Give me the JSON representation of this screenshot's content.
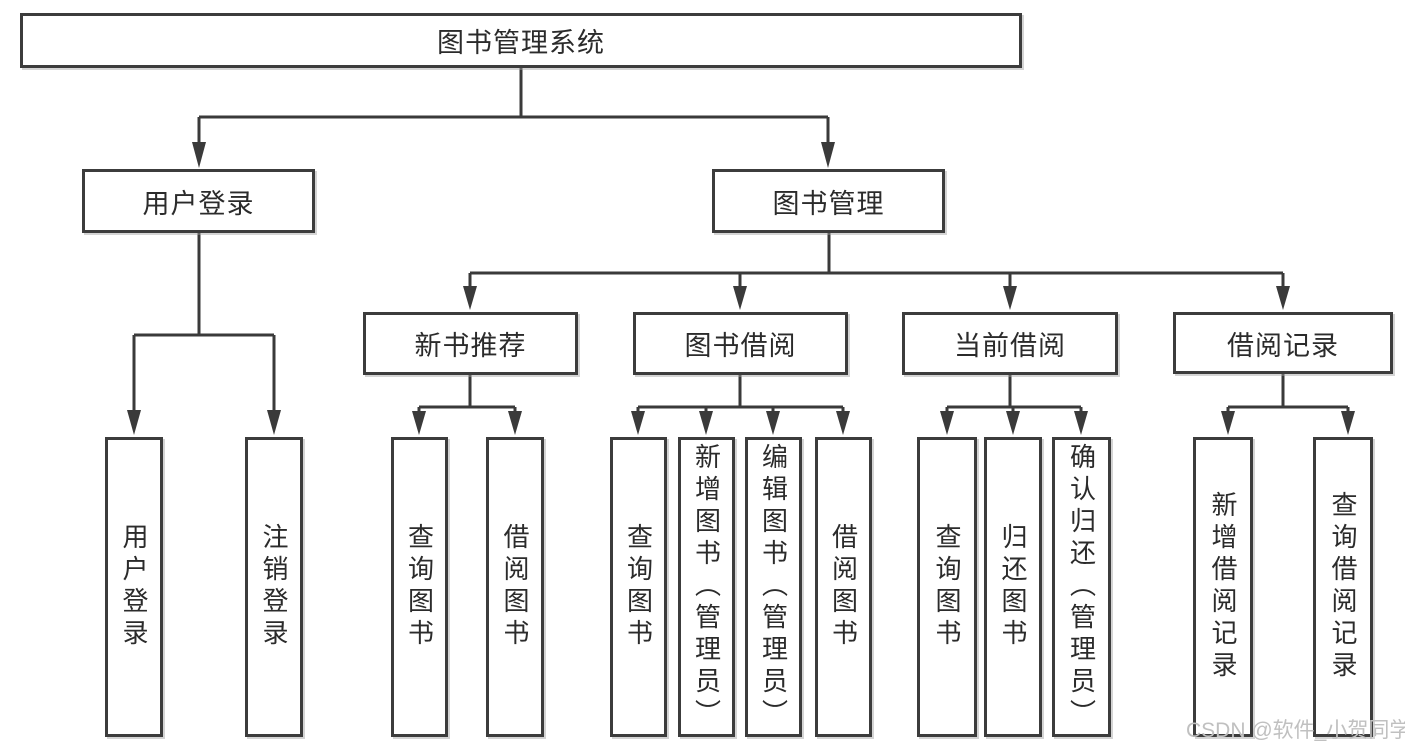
{
  "diagram": {
    "root": {
      "label": "图书管理系统"
    },
    "level2": [
      {
        "label": "用户登录"
      },
      {
        "label": "图书管理"
      }
    ],
    "level3": [
      {
        "label": "新书推荐"
      },
      {
        "label": "图书借阅"
      },
      {
        "label": "当前借阅"
      },
      {
        "label": "借阅记录"
      }
    ],
    "leaves": {
      "login": [
        "用户登录",
        "注销登录"
      ],
      "recommend": [
        "查询图书",
        "借阅图书"
      ],
      "borrow": [
        "查询图书",
        "新增图书（管理员）",
        "编辑图书（管理员）",
        "借阅图书"
      ],
      "current": [
        "查询图书",
        "归还图书",
        "确认归还（管理员）"
      ],
      "records": [
        "新增借阅记录",
        "查询借阅记录"
      ]
    }
  },
  "watermark": "CSDN @软件_小贺同学",
  "colors": {
    "background": "#ffffff",
    "border": "#3c3c3c",
    "line": "#3a3a3a",
    "text": "#2b2b2b",
    "watermark": "#c0c0c0"
  }
}
